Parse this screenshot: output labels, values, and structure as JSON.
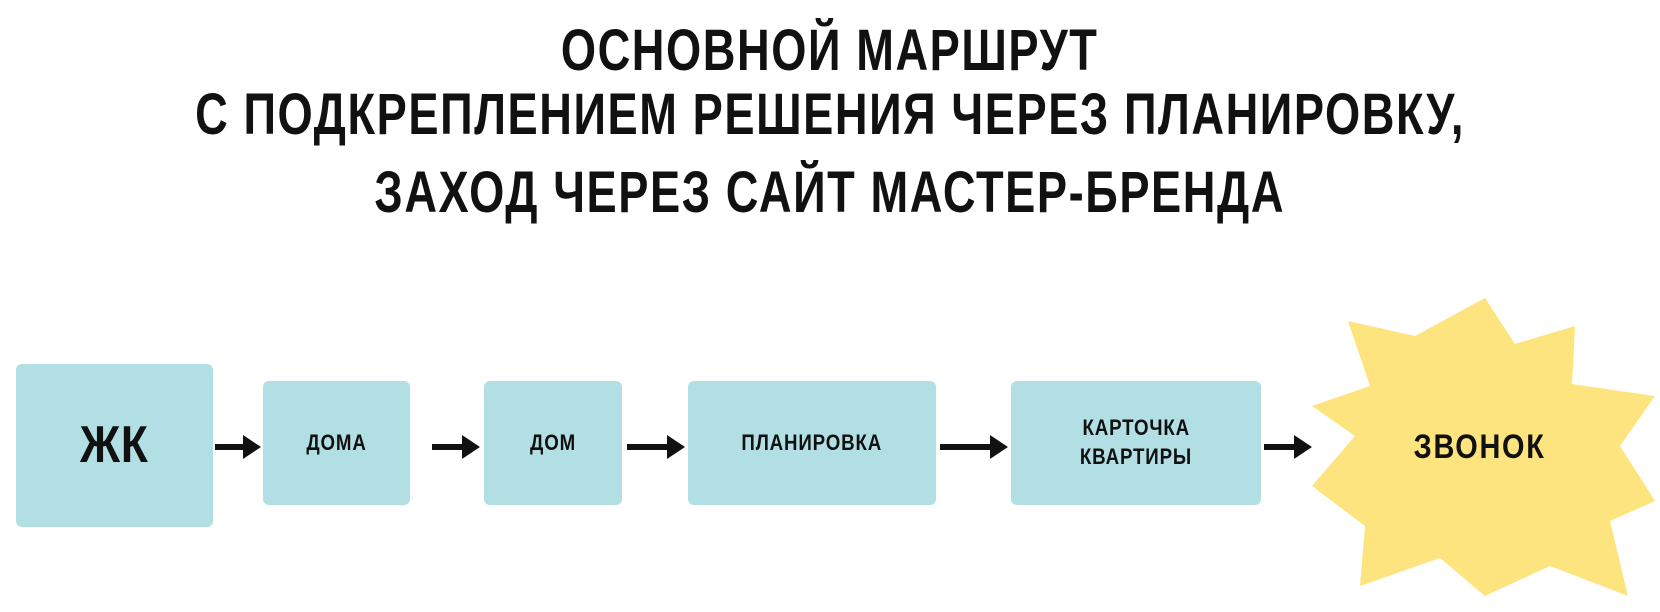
{
  "title": {
    "line1": "ОСНОВНОЙ МАРШРУТ",
    "line2": "С ПОДКРЕПЛЕНИЕМ РЕШЕНИЯ ЧЕРЕЗ ПЛАНИРОВКУ,",
    "line3": "ЗАХОД ЧЕРЕЗ САЙТ МАСТЕР-БРЕНДА"
  },
  "steps": [
    {
      "label": "ЖК"
    },
    {
      "label": "ДОМА"
    },
    {
      "label": "ДОМ"
    },
    {
      "label": "ПЛАНИРОВКА"
    },
    {
      "label_line1": "КАРТОЧКА",
      "label_line2": "КВАРТИРЫ"
    }
  ],
  "goal": {
    "label": "ЗВОНОК"
  },
  "colors": {
    "box": "#b1dfe3",
    "goal": "#fde47f",
    "arrow": "#111111"
  }
}
